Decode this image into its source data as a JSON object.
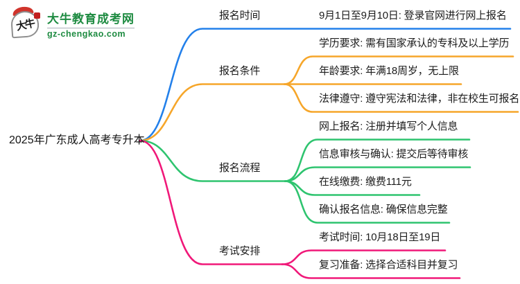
{
  "logo": {
    "mark_text": "大牛",
    "site_name": "大牛教育成考网",
    "site_url": "gz-chengkao.com",
    "green": "#1e8b41",
    "red": "#d0342c"
  },
  "root": {
    "label": "2025年广东成人高考专升本"
  },
  "branches": [
    {
      "label": "报名时间",
      "color": "#2380ea",
      "children": [
        "9月1日至9月10日: 登录官网进行网上报名"
      ]
    },
    {
      "label": "报名条件",
      "color": "#f6a62a",
      "children": [
        "学历要求: 需有国家承认的专科及以上学历",
        "年龄要求: 年满18周岁，无上限",
        "法律遵守: 遵守宪法和法律，非在校生可报名"
      ]
    },
    {
      "label": "报名流程",
      "color": "#2ec46f",
      "children": [
        "网上报名: 注册并填写个人信息",
        "信息审核与确认: 提交后等待审核",
        "在线缴费: 缴费111元",
        "确认报名信息: 确保信息完整"
      ]
    },
    {
      "label": "考试安排",
      "color": "#f01879",
      "children": [
        "考试时间: 10月18日至19日",
        "复习准备: 选择合适科目并复习"
      ]
    }
  ]
}
